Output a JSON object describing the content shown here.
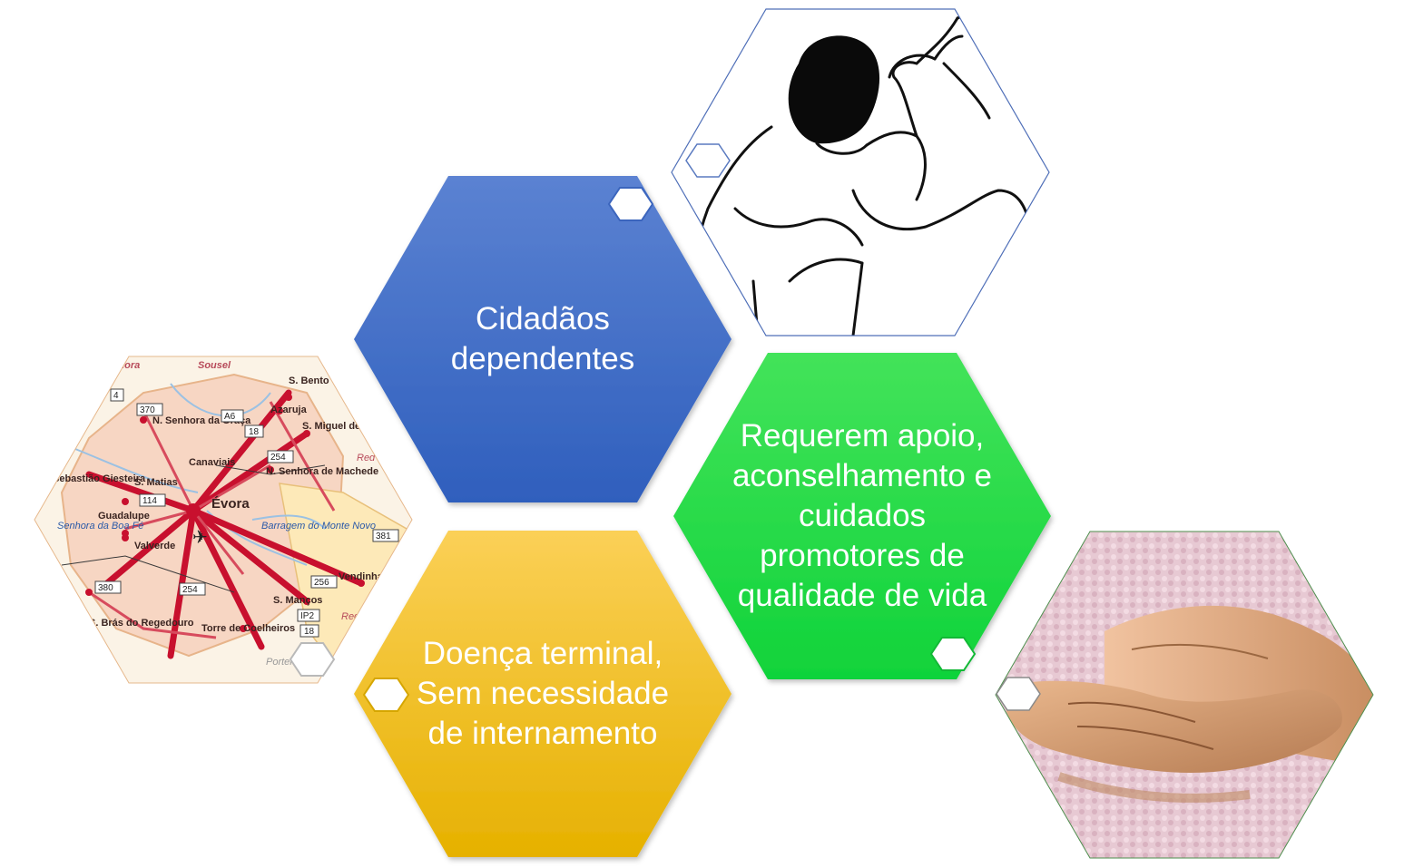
{
  "hexagons": {
    "dependent_citizens": {
      "text": "Cidadãos dependentes",
      "color": "#4a74c9"
    },
    "terminal_illness": {
      "text": "Doença terminal, Sem necessidade de internamento",
      "color": "#f6c02a"
    },
    "support_needs": {
      "text": "Requerem apoio, aconselhamento e cuidados promotores de qualidade de vida",
      "color": "#2ad94a"
    }
  },
  "map": {
    "places": [
      "Mora",
      "Sousel",
      "S. Bento de Mato",
      "Azaruja",
      "S. Miguel de Machede",
      "N. Senhora da Graça",
      "Canaviais",
      "N. Senhora de Machede",
      "S. Matias",
      "Évora",
      "Guadalupe",
      "Valverde",
      "S. Manços",
      "S. Brás do Regedouro",
      "Torre de Coelheiros",
      "Vendinha",
      "Sebastião Giesteira",
      "Senhora da Boa Fé",
      "Barragem do Monte Novo",
      "Reg",
      "Portel",
      "Red"
    ],
    "road_numbers": [
      "4",
      "370",
      "A6",
      "18",
      "254",
      "114",
      "381",
      "256",
      "380",
      "254",
      "IP2",
      "18"
    ]
  },
  "images": {
    "drawing": "drawing of person being helped",
    "hands": "photo of holding hands on pink blanket"
  }
}
